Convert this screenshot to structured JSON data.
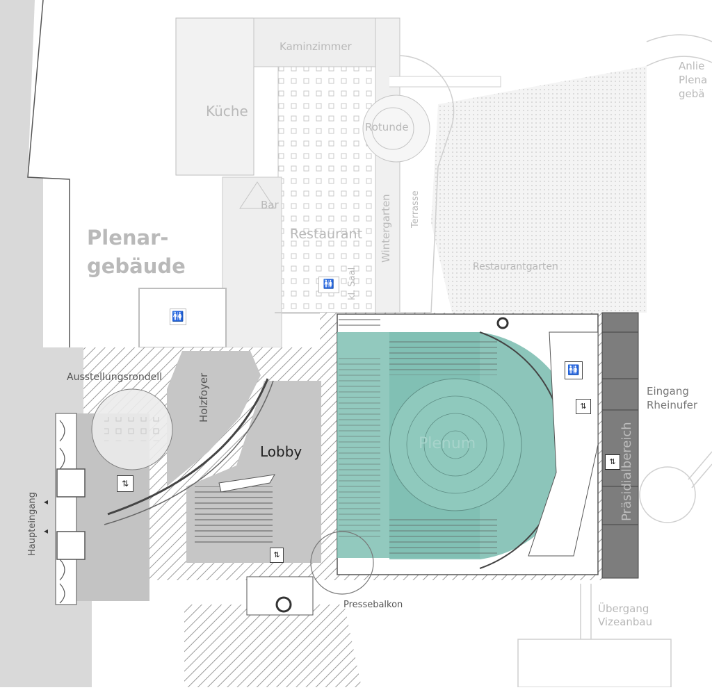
{
  "colors": {
    "plenum": "#7fbfb3",
    "lobby_grey": "#c6c6c6",
    "dark_grey": "#7a7a7a",
    "faded_text": "#b9b9b9",
    "line": "#555555",
    "hatch": "#9a9a9a"
  },
  "icons": [
    "toilet-icon",
    "elevator-icon",
    "stair-icon",
    "entrance-arrow-icon"
  ],
  "labels": {
    "kaminzimmer": "Kaminzimmer",
    "kueche": "Küche",
    "rotunde": "Rotunde",
    "bar": "Bar",
    "restaurant": "Restaurant",
    "wintergarten": "Wintergarten",
    "terrasse": "Terrasse",
    "restaurantgarten": "Restaurantgarten",
    "kl_saal": "kl. Saal",
    "plenargebaeude_1": "Plenar-",
    "plenargebaeude_2": "gebäude",
    "anlieger_1": "Anlie",
    "anlieger_2": "Plena",
    "anlieger_3": "gebä",
    "ausstellungsrondell": "Ausstellungsrondell",
    "holzfoyer": "Holzfoyer",
    "lobby": "Lobby",
    "plenum": "Plenum",
    "haupteingang": "Haupteingang",
    "praesidialbereich": "Präsidialbereich",
    "eingang_1": "Eingang",
    "eingang_2": "Rheinufer",
    "pressebalkon": "Pressebalkon",
    "uebergang_1": "Übergang",
    "uebergang_2": "Vizeanbau"
  }
}
